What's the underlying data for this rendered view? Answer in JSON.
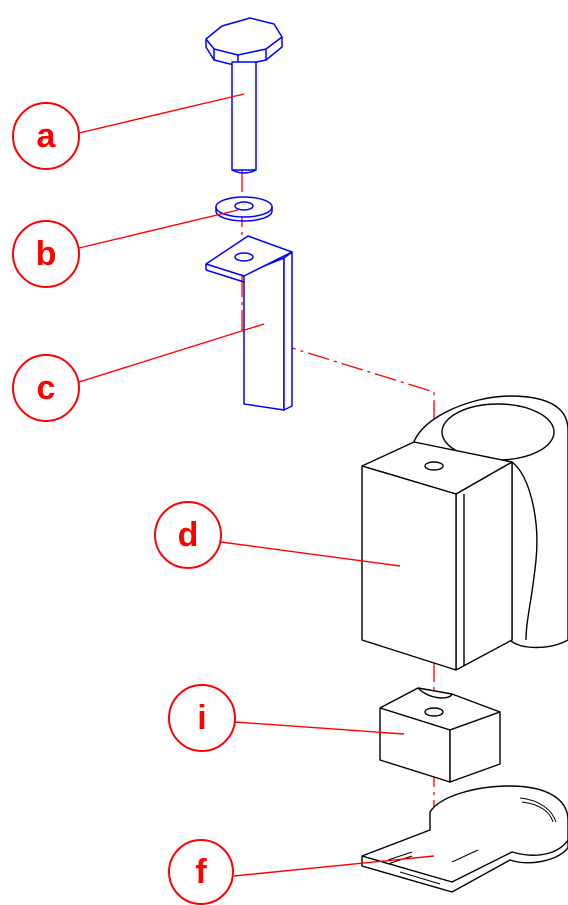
{
  "diagram": {
    "colors": {
      "callout": "#ff0000",
      "fastener_parts": "#0000ff",
      "body_parts": "#000000",
      "background": "#ffffff"
    },
    "callouts": {
      "a": "a",
      "b": "b",
      "c": "c",
      "d": "d",
      "i": "i",
      "f": "f"
    }
  }
}
